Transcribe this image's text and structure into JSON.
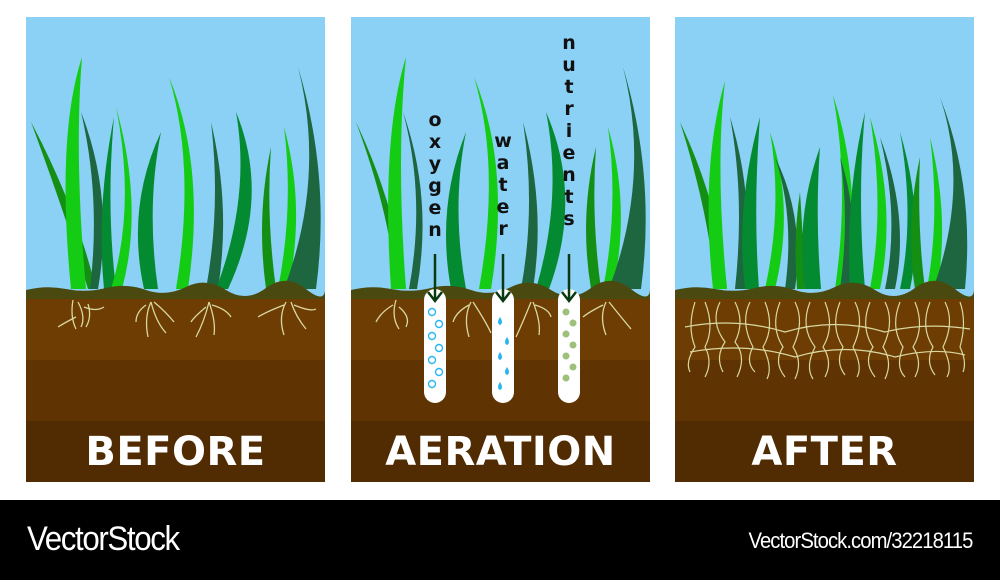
{
  "colors": {
    "sky": "#8bd0f5",
    "grass_band": "#4a4a10",
    "soil_1": "#6d3d03",
    "soil_2": "#5f3402",
    "soil_3": "#512b01",
    "root": "#d8d8a0",
    "leaf_light": "#15cc15",
    "leaf_mid": "#048a30",
    "leaf_dark": "#1e6640",
    "leaf_green": "#148f14",
    "tube": "#ffffff",
    "oxygen_bubble": "#29b6f0",
    "water_drop": "#29b6f0",
    "nutrient_dot": "#9fc07a",
    "arrow": "#0b3a12",
    "footer_bg": "#000000"
  },
  "panels": [
    {
      "id": "before",
      "label": "BEFORE"
    },
    {
      "id": "aeration",
      "label": "AERATION"
    },
    {
      "id": "after",
      "label": "AFTER"
    }
  ],
  "aeration_labels": {
    "oxygen": [
      "o",
      "x",
      "y",
      "g",
      "e",
      "n"
    ],
    "water": [
      "w",
      "a",
      "t",
      "e",
      "r"
    ],
    "nutrients": [
      "n",
      "u",
      "t",
      "r",
      "i",
      "e",
      "n",
      "t",
      "s"
    ]
  },
  "footer": {
    "brand": "VectorStock",
    "url": "VectorStock.com/32218115"
  }
}
